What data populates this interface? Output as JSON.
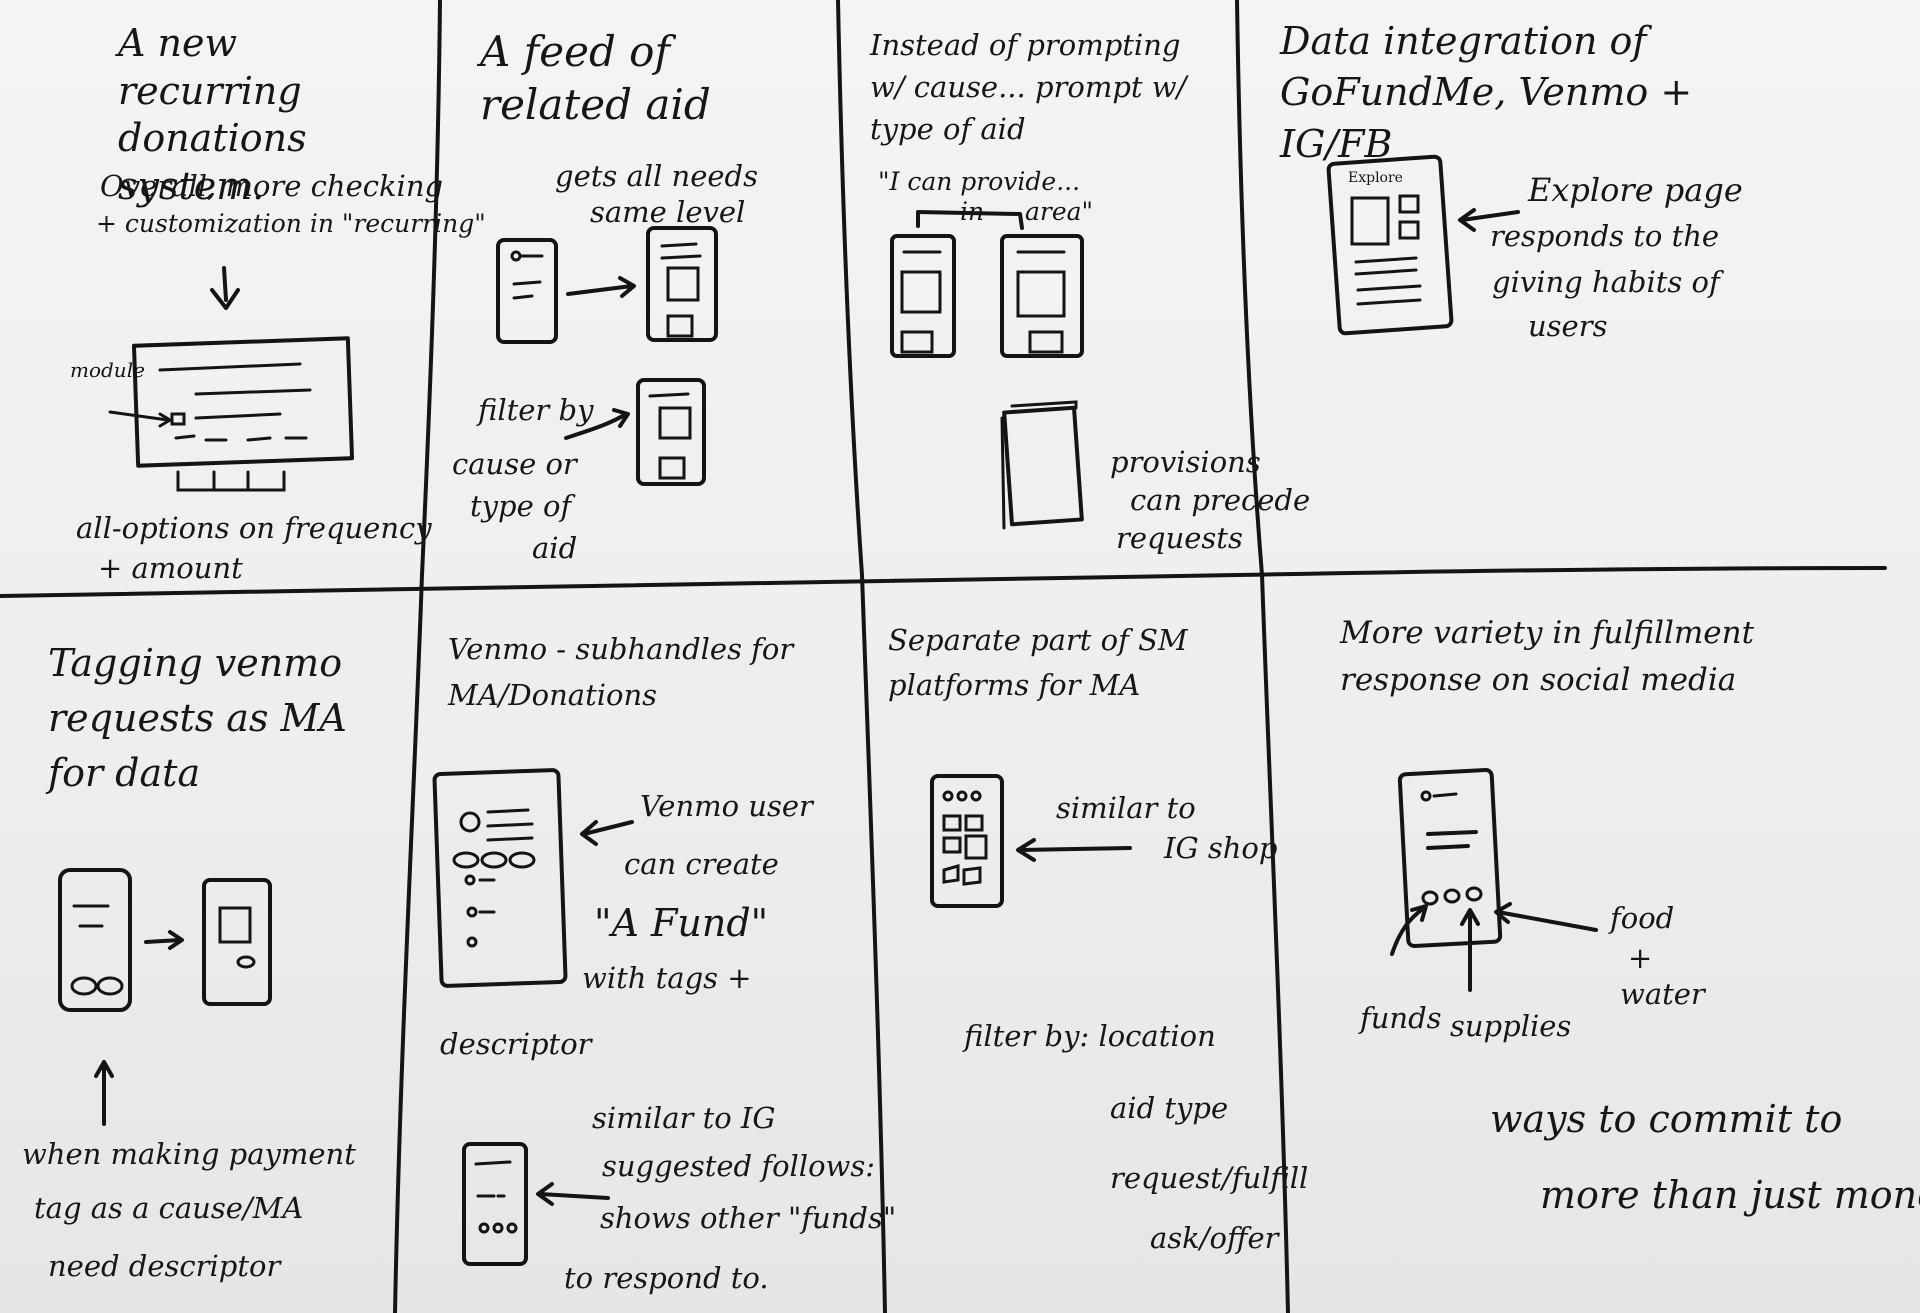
{
  "panels": [
    {
      "title": "A new recurring donations system.",
      "notes": [
        "Overall, more checking",
        "+ customization in \"recurring\"",
        "module",
        "all-options on frequency",
        "+ amount"
      ]
    },
    {
      "title": "A feed of related aid",
      "notes": [
        "gets all needs",
        "same level",
        "filter by",
        "cause or",
        "type of",
        "aid"
      ]
    },
    {
      "title": "Instead of prompting w/ cause... prompt w/ type of aid",
      "notes": [
        "\"I can provide...",
        "in — area\"",
        "provisions",
        "can precede",
        "requests"
      ]
    },
    {
      "title": "Data integration of GoFundMe, Venmo + IG/FB",
      "notes": [
        "Explore page",
        "responds to the",
        "giving habits of",
        "users"
      ],
      "sketch_label": "Explore"
    },
    {
      "title": "Tagging venmo requests as MA for data",
      "notes": [
        "when making payment",
        "tag as a cause/MA",
        "need descriptor"
      ]
    },
    {
      "title": "Venmo - subhandles for MA/Donations",
      "notes": [
        "Venmo user",
        "can create",
        "\"A Fund\"",
        "with tags +",
        "descriptor",
        "similar to IG",
        "suggested follows:",
        "shows other \"funds\"",
        "to respond to."
      ]
    },
    {
      "title": "Separate part of SM platforms for MA",
      "notes": [
        "similar to",
        "IG shop",
        "filter by: location",
        "aid type",
        "request/fulfill",
        "ask/offer"
      ]
    },
    {
      "title": "More variety in fulfillment response on social media",
      "notes": [
        "food",
        "+",
        "water",
        "funds",
        "supplies",
        "ways to commit to",
        "more than just money"
      ]
    }
  ],
  "colors": {
    "paper": "#f2f2f0",
    "ink": "#141414",
    "background": "#3a3a3a"
  }
}
